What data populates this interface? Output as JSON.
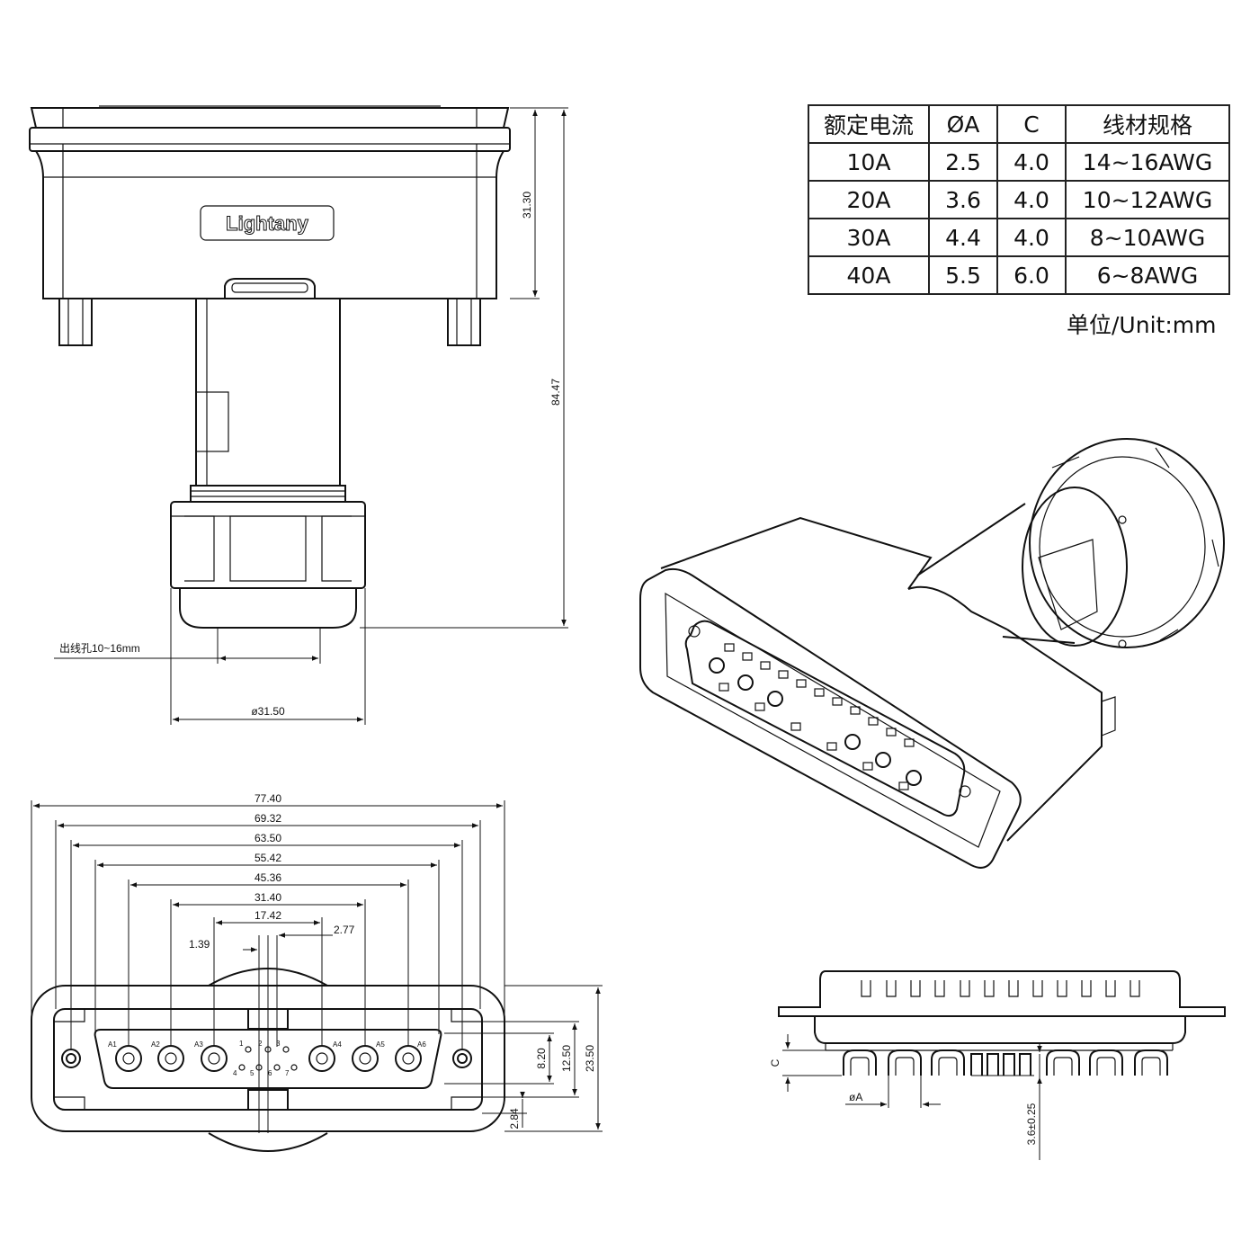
{
  "brand": "Lightany",
  "table": {
    "headers": [
      "额定电流",
      "ØA",
      "C",
      "线材规格"
    ],
    "rows": [
      [
        "10A",
        "2.5",
        "4.0",
        "14~16AWG"
      ],
      [
        "20A",
        "3.6",
        "4.0",
        "10~12AWG"
      ],
      [
        "30A",
        "4.4",
        "4.0",
        "8~10AWG"
      ],
      [
        "40A",
        "5.5",
        "6.0",
        "6~8AWG"
      ]
    ],
    "unit": "单位/Unit:mm"
  },
  "side_view": {
    "dim_height_top": "31.30",
    "dim_height_total": "84.47",
    "cable_hole": "出线孔10~16mm",
    "dim_diameter": "ø31.50"
  },
  "front_view": {
    "widths": [
      "77.40",
      "69.32",
      "63.50",
      "55.42",
      "45.36",
      "31.40",
      "17.42",
      "1.39",
      "2.77"
    ],
    "heights": [
      "8.20",
      "12.50",
      "23.50",
      "2.84"
    ],
    "pin_labels_left": [
      "A1",
      "A2",
      "A3"
    ],
    "pin_labels_right": [
      "A4",
      "A5",
      "A6"
    ],
    "signal_labels": [
      "1",
      "2",
      "3",
      "4",
      "5",
      "6",
      "7"
    ]
  },
  "bottom_view": {
    "dim_c": "C",
    "dim_a": "øA",
    "dim_pin": "3.6±0.25"
  }
}
